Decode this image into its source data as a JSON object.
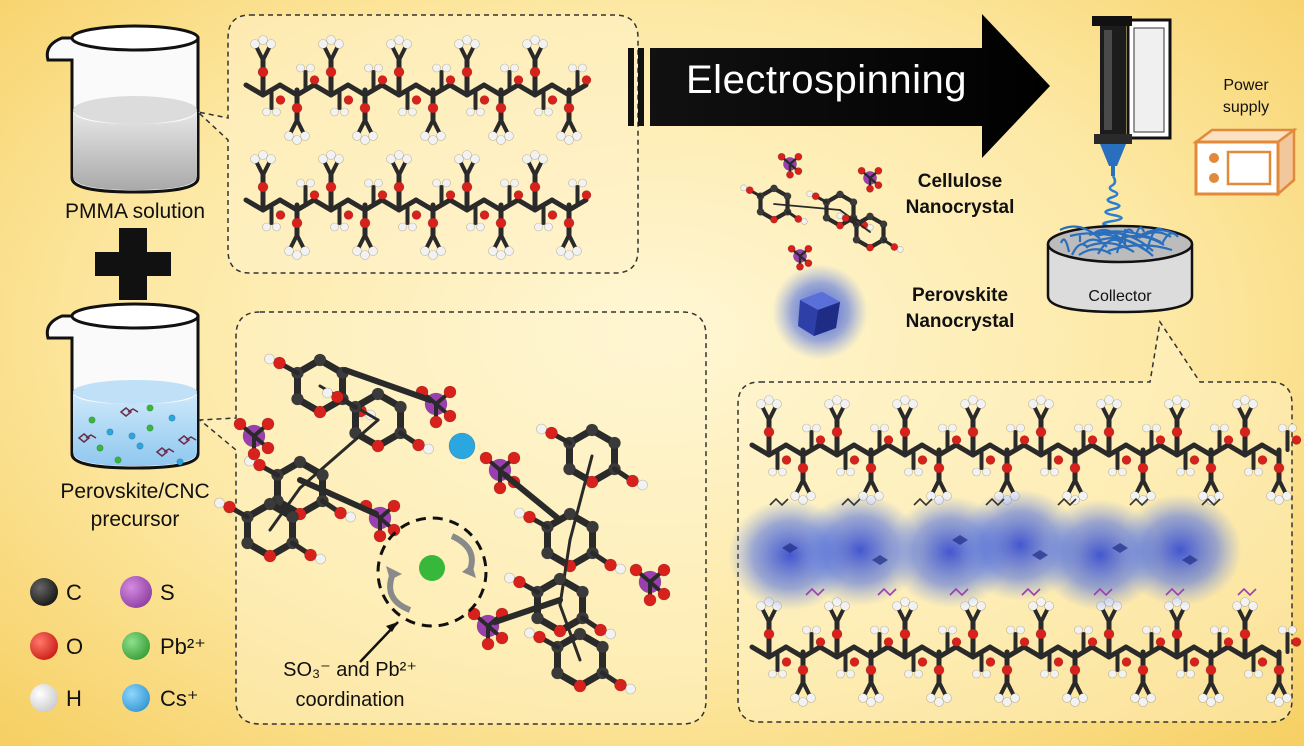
{
  "labels": {
    "pmma": "PMMA solution",
    "precursor_line1": "Perovskite/CNC",
    "precursor_line2": "precursor",
    "electrospinning": "Electrospinning",
    "cnc_line1": "Cellulose",
    "cnc_line2": "Nanocrystal",
    "pnc_line1": "Perovskite",
    "pnc_line2": "Nanocrystal",
    "power_line1": "Power",
    "power_line2": "supply",
    "collector": "Collector",
    "coord_line1": "SO₃⁻ and Pb²⁺",
    "coord_line2": "coordination"
  },
  "legend": [
    {
      "symbol": "C",
      "color": "#111111"
    },
    {
      "symbol": "S",
      "color": "#9b3fb0"
    },
    {
      "symbol": "O",
      "color": "#d8201c"
    },
    {
      "symbol": "Pb²⁺",
      "color": "#38b83a"
    },
    {
      "symbol": "H",
      "color": "#e8e8e8"
    },
    {
      "symbol": "Cs⁺",
      "color": "#2aa6e0"
    }
  ],
  "colors": {
    "carbon": "#222222",
    "oxygen": "#d8201c",
    "hydrogen": "#f2f2f2",
    "sulfur": "#9b3fb0",
    "lead": "#38b83a",
    "cesium": "#2aa6e0",
    "fiber": "#2a6fbe",
    "perovskite_glow": "#3d5bd6",
    "power_box": "#e08a3a"
  }
}
